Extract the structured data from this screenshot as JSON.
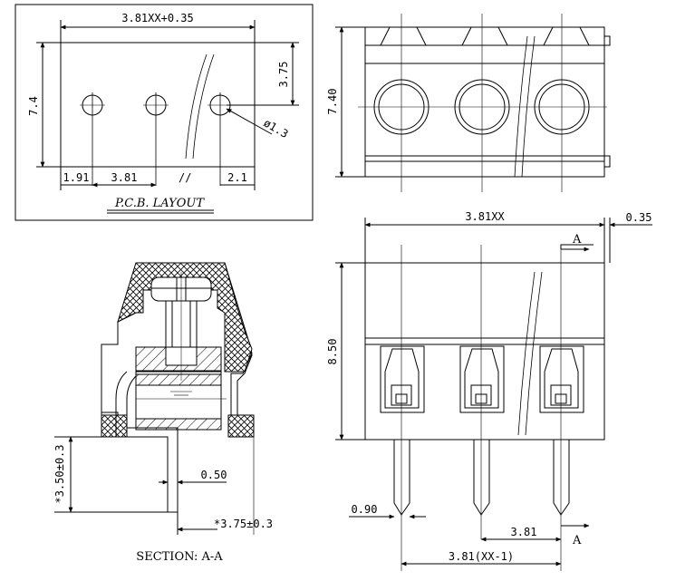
{
  "pcb_layout": {
    "title": "P.C.B. LAYOUT",
    "width_dim": "3.81XX+0.35",
    "height_dim": "7.4",
    "pitch_from_edge": "3.75",
    "hole_dia": "ø1.3",
    "left_margin": "1.91",
    "pitch": "3.81",
    "right_margin": "2.1"
  },
  "top_view": {
    "height_dim": "7.40"
  },
  "front_view": {
    "width_dim": "3.81XX",
    "extra_dim": "0.35",
    "height_dim": "8.50",
    "pin_width": "0.90",
    "pitch": "3.81",
    "total_pitch": "3.81(XX-1)",
    "section_marker_top": "A",
    "section_marker_bottom": "A"
  },
  "section_view": {
    "title": "SECTION: A-A",
    "pin_length": "*3.50±0.3",
    "pin_thickness": "0.50",
    "pin_offset": "*3.75±0.3"
  },
  "colors": {
    "line": "#000000",
    "background": "#ffffff"
  }
}
